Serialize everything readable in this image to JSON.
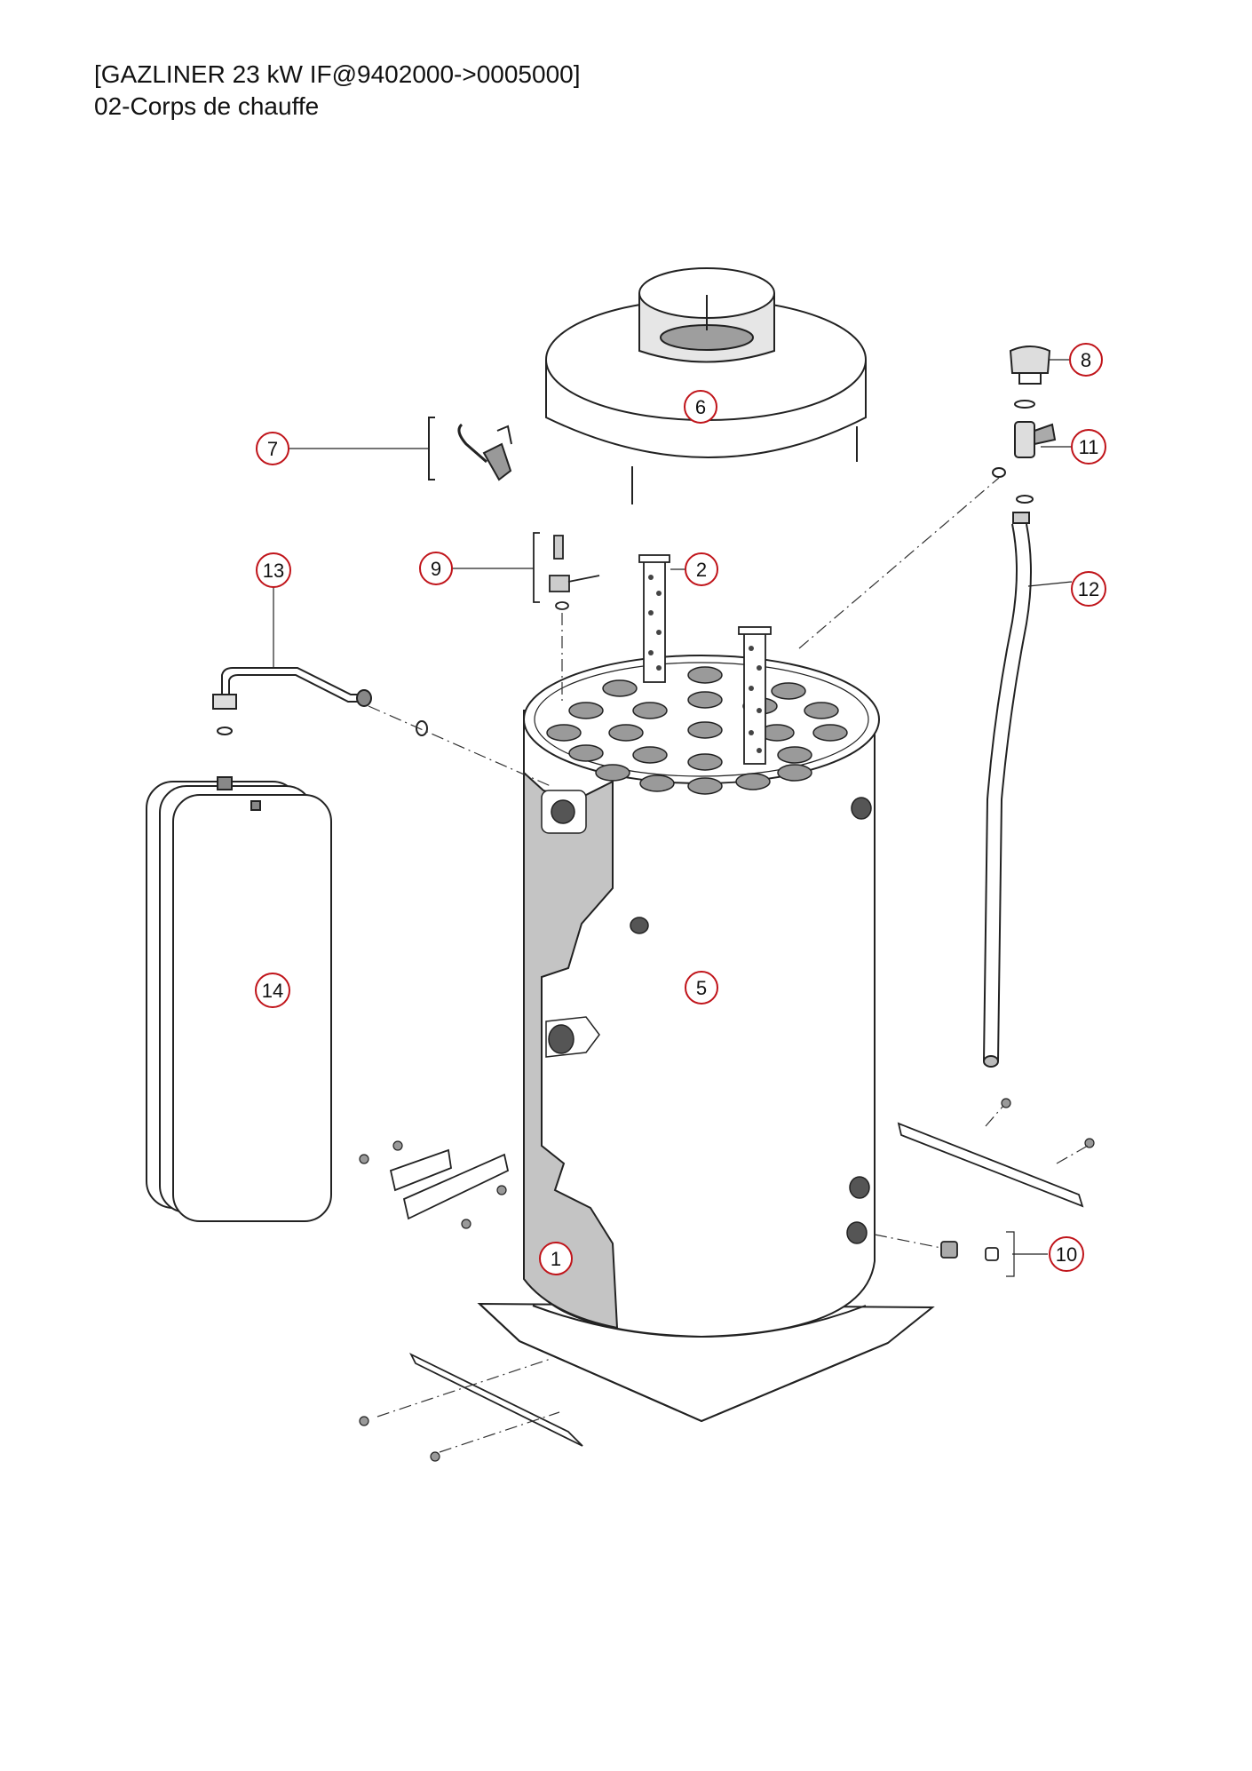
{
  "header": {
    "title": "[GAZLINER 23 kW IF@9402000->0005000]",
    "subtitle": "02-Corps de chauffe"
  },
  "colors": {
    "callout_ring": "#c0141a",
    "line": "#222222",
    "insulation": "#bdbdbd",
    "body_fill": "#ffffff"
  },
  "callouts": [
    {
      "id": "c1",
      "label": "1"
    },
    {
      "id": "c2",
      "label": "2"
    },
    {
      "id": "c5",
      "label": "5"
    },
    {
      "id": "c6",
      "label": "6"
    },
    {
      "id": "c7",
      "label": "7"
    },
    {
      "id": "c8",
      "label": "8"
    },
    {
      "id": "c9",
      "label": "9"
    },
    {
      "id": "c10",
      "label": "10"
    },
    {
      "id": "c11",
      "label": "11"
    },
    {
      "id": "c12",
      "label": "12"
    },
    {
      "id": "c13",
      "label": "13"
    },
    {
      "id": "c14",
      "label": "14"
    }
  ]
}
